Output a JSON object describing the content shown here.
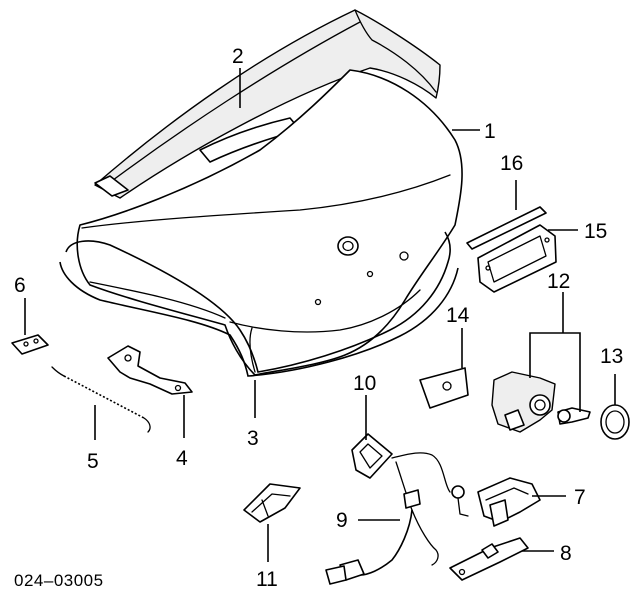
{
  "callouts": {
    "n1": "1",
    "n2": "2",
    "n3": "3",
    "n4": "4",
    "n5": "5",
    "n6": "6",
    "n7": "7",
    "n8": "8",
    "n9": "9",
    "n10": "10",
    "n11": "11",
    "n12": "12",
    "n13": "13",
    "n14": "14",
    "n15": "15",
    "n16": "16"
  },
  "diagram_code": "024–03005"
}
